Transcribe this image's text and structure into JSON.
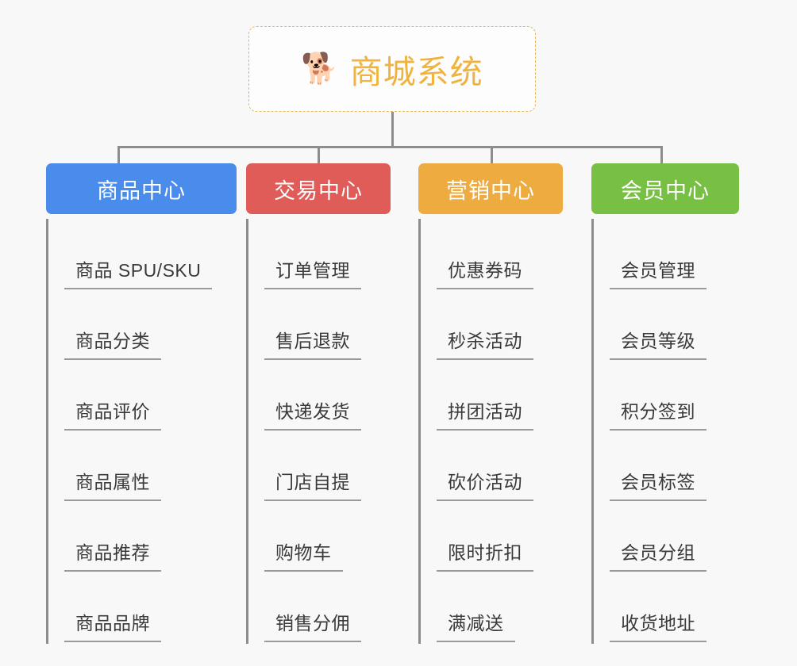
{
  "page": {
    "background_color": "#f8f8f8",
    "type": "mindmap"
  },
  "root": {
    "emoji": "🐕",
    "emoji_name": "shiba-inu-dog-emoji",
    "title": "商城系统",
    "text_color": "#f0b33e",
    "border_color": "#e8b75a"
  },
  "branches": [
    {
      "label": "商品中心",
      "color": "#4a8ceb",
      "items": [
        "商品 SPU/SKU",
        "商品分类",
        "商品评价",
        "商品属性",
        "商品推荐",
        "商品品牌"
      ]
    },
    {
      "label": "交易中心",
      "color": "#e05c58",
      "items": [
        "订单管理",
        "售后退款",
        "快递发货",
        "门店自提",
        "购物车",
        "销售分佣"
      ]
    },
    {
      "label": "营销中心",
      "color": "#eeab40",
      "items": [
        "优惠券码",
        "秒杀活动",
        "拼团活动",
        "砍价活动",
        "限时折扣",
        "满减送"
      ]
    },
    {
      "label": "会员中心",
      "color": "#77c043",
      "items": [
        "会员管理",
        "会员等级",
        "积分签到",
        "会员标签",
        "会员分组",
        "收货地址"
      ]
    }
  ]
}
